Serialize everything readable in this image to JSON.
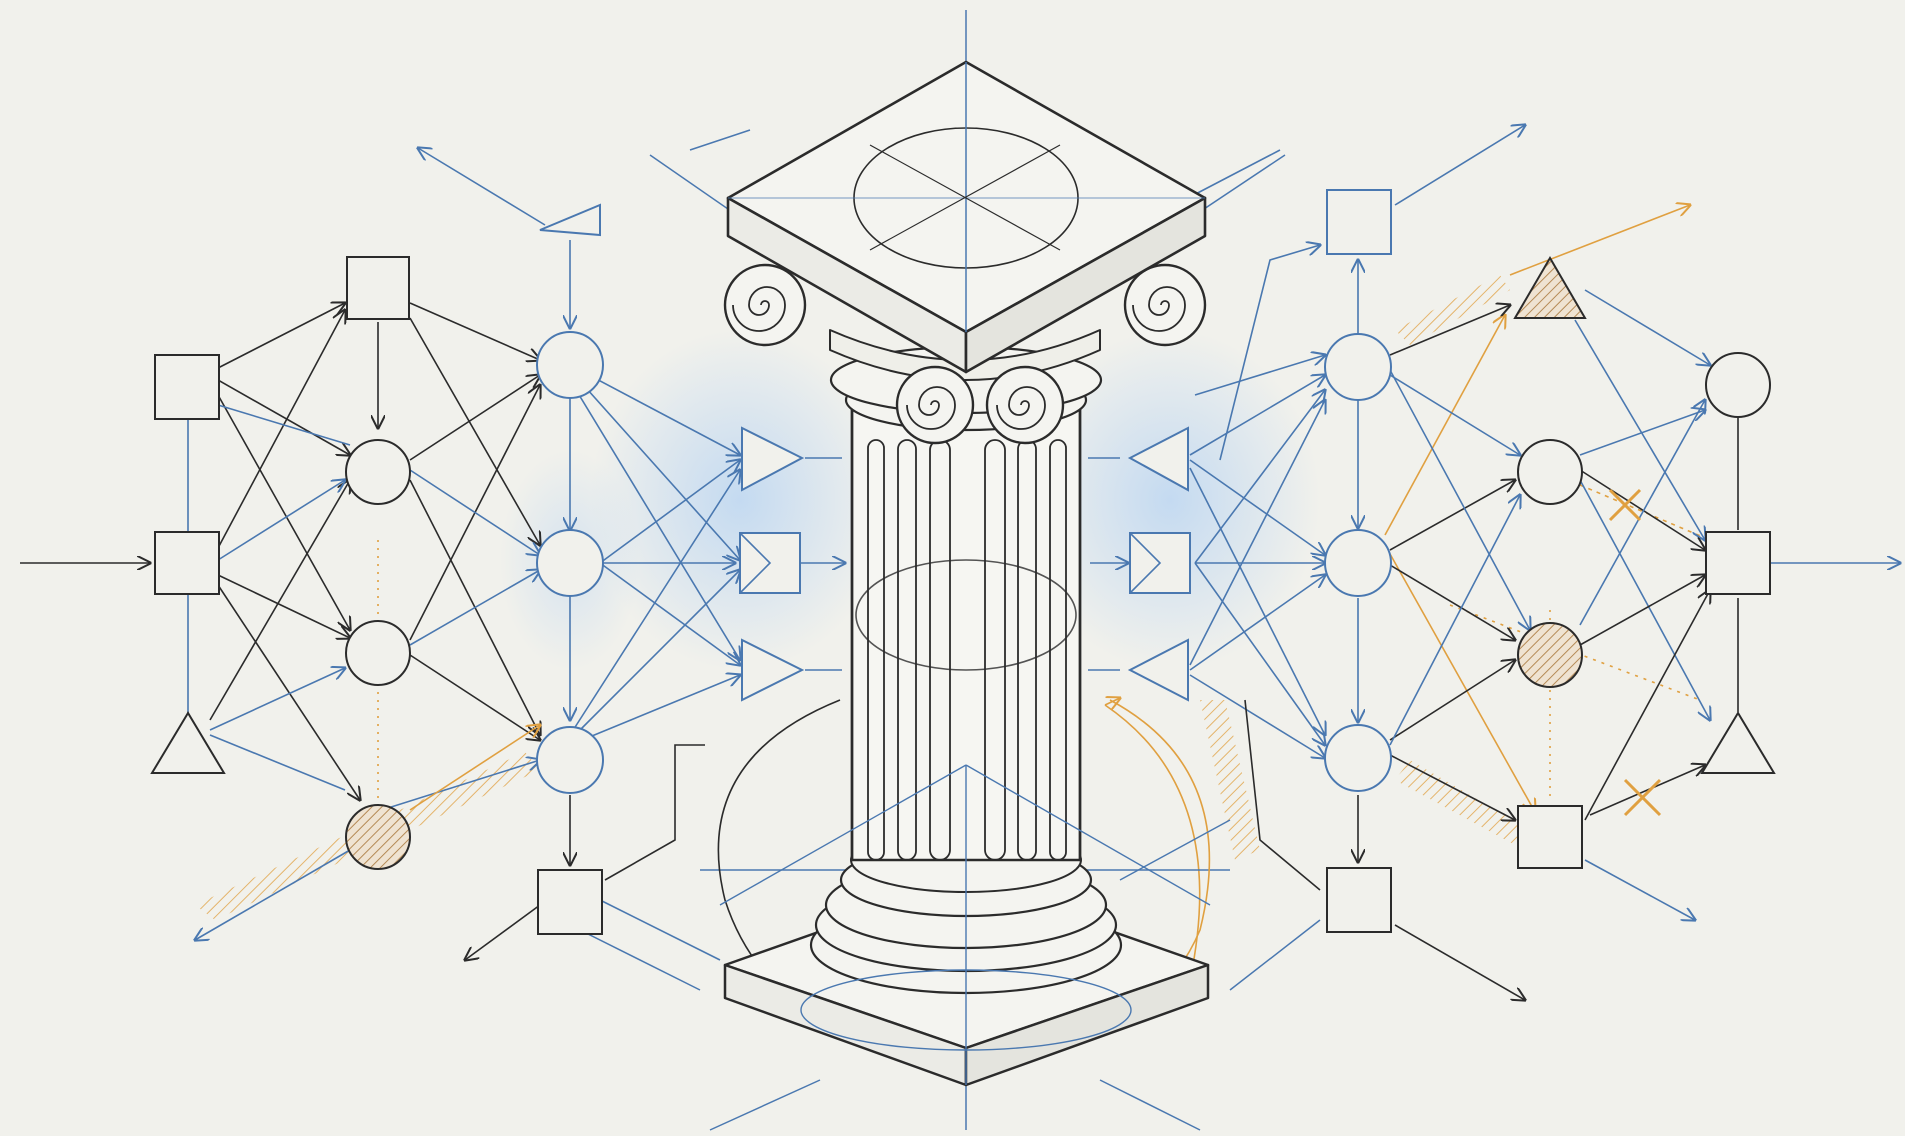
{
  "palette": {
    "background": "#f1f1ec",
    "ink": "#2b2b2b",
    "blue": "#4a78b0",
    "orange": "#e0a040",
    "hatch_fill": "#d9c3a6"
  },
  "diagram": {
    "description_free": true,
    "has_text": false,
    "central_element": "ionic-column",
    "node_shapes": [
      "square",
      "circle",
      "triangle",
      "hatched-circle"
    ],
    "left_network": {
      "columns": 3,
      "bridge_nodes": [
        "triangle",
        "envelope-square",
        "triangle"
      ]
    },
    "right_network": {
      "columns": 3,
      "bridge_nodes": [
        "triangle",
        "envelope-square",
        "triangle"
      ]
    },
    "markers": [
      "cross-mark",
      "cross-mark"
    ]
  }
}
